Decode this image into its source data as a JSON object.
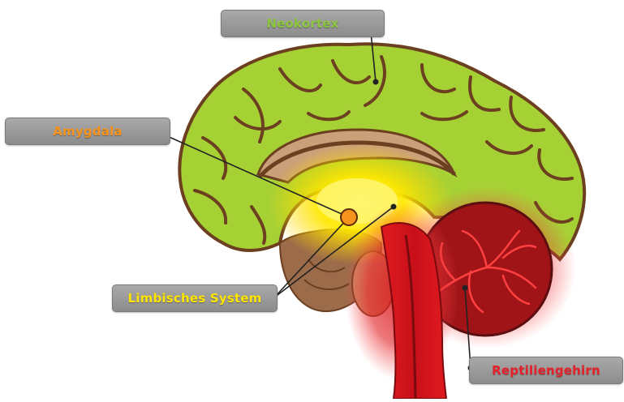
{
  "labels": {
    "neokortex": "Neokortex",
    "amygdala": "Amygdala",
    "limbisches_system": "Limbisches System",
    "reptiliengehirn": "Reptiliengehirn"
  },
  "colors": {
    "neokortex": "#8dc63f",
    "amygdala": "#f7941d",
    "limbisches_system": "#ffe600",
    "reptiliengehirn": "#e8202a",
    "cortex_fill": "#a6d135",
    "cortex_outline": "#6b3f1f",
    "brainstem_brown": "#9c6b4a",
    "label_box": "#9b9b9b"
  }
}
